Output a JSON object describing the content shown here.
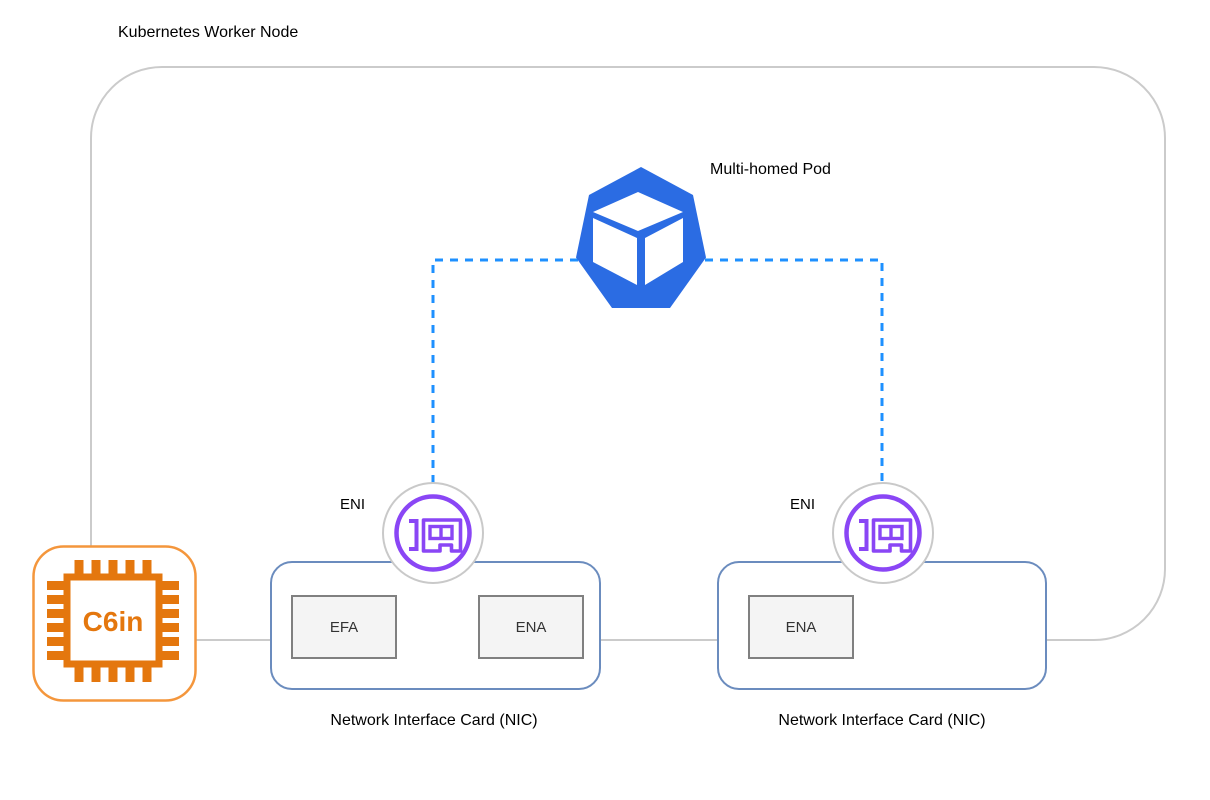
{
  "diagram_title": "Kubernetes Worker Node",
  "pod": {
    "label": "Multi-homed Pod"
  },
  "enis": {
    "left_label": "ENI",
    "right_label": "ENI"
  },
  "instance": {
    "label": "C6in"
  },
  "nics": {
    "left": {
      "caption": "Network Interface Card (NIC)",
      "adapters": [
        "EFA",
        "ENA"
      ]
    },
    "right": {
      "caption": "Network Interface Card (NIC)",
      "adapters": [
        "ENA"
      ]
    }
  },
  "colors": {
    "kubernetes_blue": "#2b6ce3",
    "dashed_connector_blue": "#1e90ff",
    "eni_purple": "#8a46f5",
    "instance_orange": "#e4770e",
    "instance_border_orange": "#f4963c",
    "nic_border_blue": "#6b8cbe",
    "node_border_gray": "#cbcbcb"
  }
}
